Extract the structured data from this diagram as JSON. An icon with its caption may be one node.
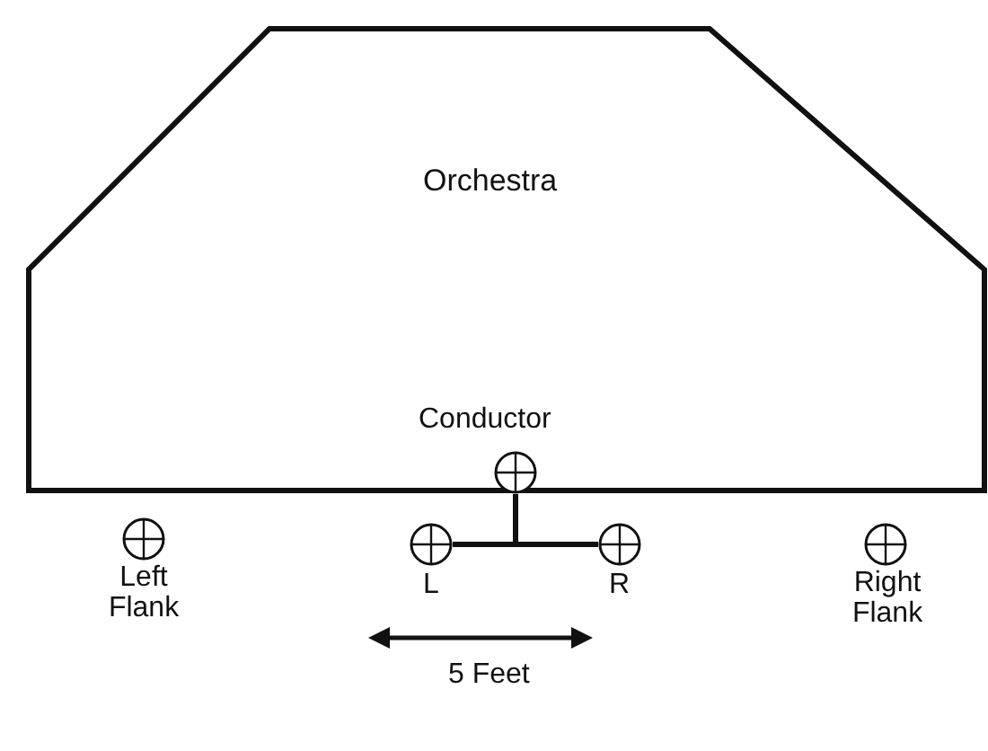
{
  "diagram": {
    "nodes": [
      {
        "text": [
          "Orchestra"
        ]
      },
      {
        "text": [
          "Conductor"
        ],
        "in": 0
      },
      {
        "text": [
          "Left Flank"
        ]
      },
      {
        "text": [
          "L"
        ]
      },
      {
        "text": [
          "R"
        ]
      },
      {
        "text": [
          "Right Flank"
        ]
      }
    ],
    "edges": [
      {
        "from": 1,
        "to": 3,
        "arrow": "none"
      },
      {
        "from": 1,
        "to": 4,
        "arrow": "none"
      }
    ],
    "labels": [
      "5 Feet"
    ]
  }
}
